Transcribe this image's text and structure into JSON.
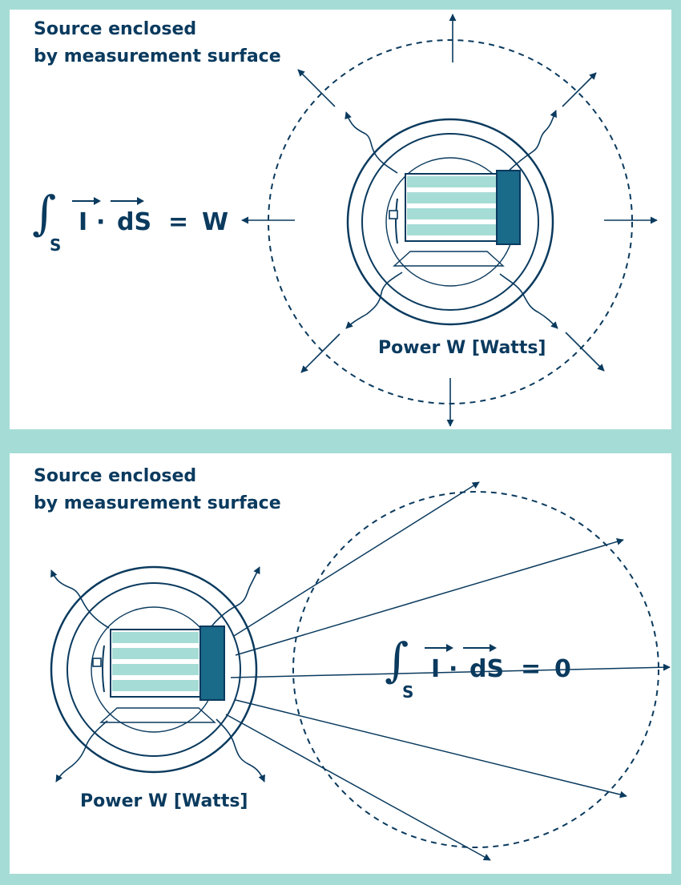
{
  "palette": {
    "navy": "#0a3a5e",
    "teal": "#a6dcd6",
    "motor_end": "#1a6a8a",
    "background": "#ffffff"
  },
  "panels": [
    {
      "caption_line1": "Source enclosed",
      "caption_line2": "by measurement surface",
      "power_label": "Power W [Watts]",
      "equation": {
        "integral": "∫",
        "subscript": "S",
        "vec_a": "I",
        "dot": "·",
        "vec_b": "dS",
        "equals": "=",
        "result": "W"
      }
    },
    {
      "caption_line1": "Source enclosed",
      "caption_line2": "by measurement surface",
      "power_label": "Power W [Watts]",
      "equation": {
        "integral": "∫",
        "subscript": "S",
        "vec_a": "I",
        "dot": "·",
        "vec_b": "dS",
        "equals": "=",
        "result": "0"
      }
    }
  ]
}
